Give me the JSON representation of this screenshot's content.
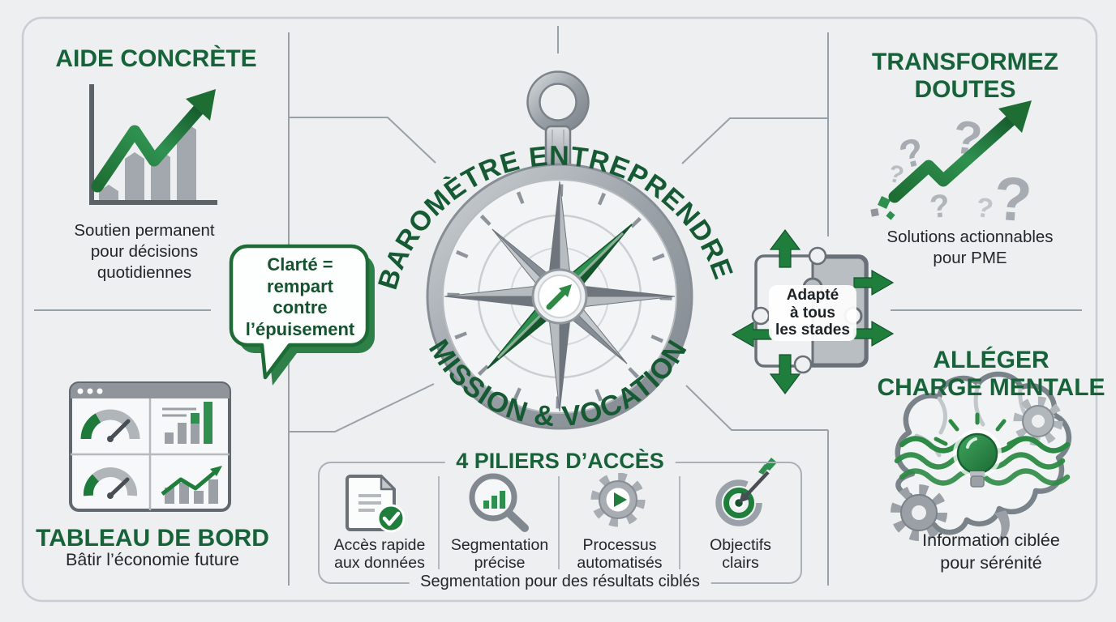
{
  "theme": {
    "background": "#edeff1",
    "heading_green": "#176239",
    "deep_green": "#14532d",
    "accent_green": "#1f7e3b",
    "icon_gray": "#9aa1a8",
    "line_gray": "#99a1a8",
    "text_dark": "#22262a"
  },
  "compass": {
    "arc_top": "BAROMÈTRE ENTREPRENDRE:",
    "arc_bottom": "MISSION & VOCATION"
  },
  "sections": {
    "aide_concrete": {
      "title": "AIDE CONCRÈTE",
      "icon": "growth-bar-chart-icon",
      "body_lines": [
        "Soutien permanent",
        "pour décisions",
        "quotidiennes"
      ]
    },
    "transformez_doutes": {
      "title_lines": [
        "TRANSFORMEZ",
        "DOUTES"
      ],
      "icon": "question-marks-arrow-icon",
      "body_lines": [
        "Solutions actionnables",
        "pour PME"
      ]
    },
    "tableau_de_bord": {
      "title": "TABLEAU DE BORD",
      "icon": "dashboard-window-icon",
      "body": "Bâtir l’économie future"
    },
    "alleger_charge": {
      "title_lines": [
        "ALLÉGER",
        "CHARGE MENTALE"
      ],
      "icon": "brain-lightbulb-icon",
      "body_lines": [
        "Information ciblée",
        "pour sérénité"
      ]
    },
    "bubble": {
      "lines": [
        "Clarté =",
        "rempart",
        "contre",
        "l’épuisement"
      ]
    },
    "puzzle": {
      "icon": "puzzle-arrows-icon",
      "label_lines": [
        "Adapté",
        "à tous",
        "les stades"
      ]
    }
  },
  "pillars": {
    "title": "4 PILIERS D’ACCÈS",
    "caption": "Segmentation pour des résultats ciblés",
    "items": [
      {
        "icon": "document-check-icon",
        "label_lines": [
          "Accès rapide",
          "aux données"
        ]
      },
      {
        "icon": "magnifier-chart-icon",
        "label_lines": [
          "Segmentation",
          "précise"
        ]
      },
      {
        "icon": "gear-play-icon",
        "label_lines": [
          "Processus",
          "automatisés"
        ]
      },
      {
        "icon": "target-dart-icon",
        "label_lines": [
          "Objectifs",
          "clairs"
        ]
      }
    ]
  }
}
